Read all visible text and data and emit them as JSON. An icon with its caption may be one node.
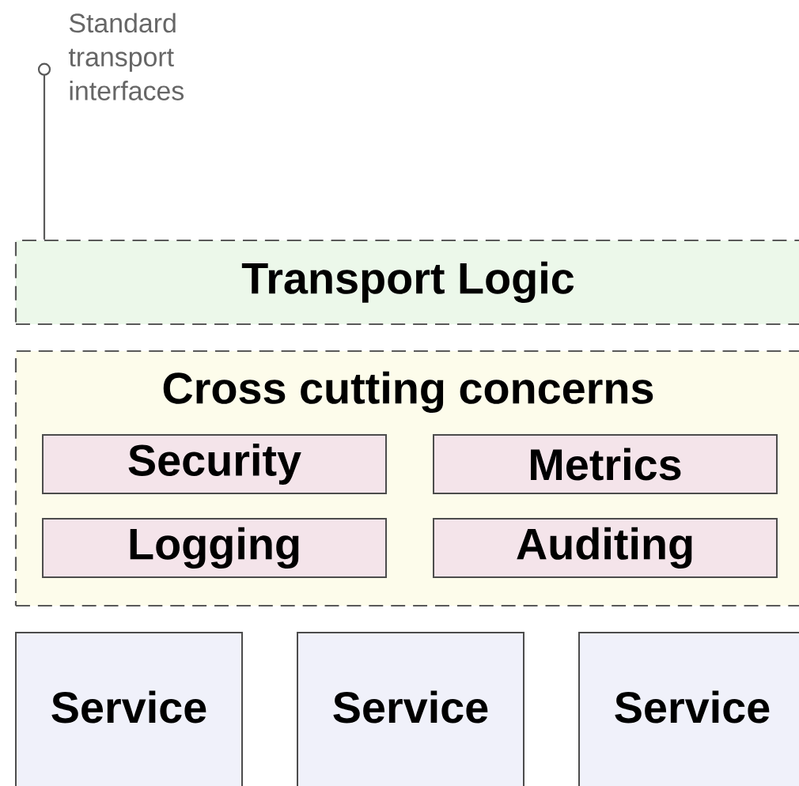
{
  "diagram": {
    "nodes": [
      {
        "text": [
          "Standard transport interfaces"
        ]
      },
      {
        "text": [
          "Transport Logic"
        ]
      },
      {
        "text": [
          "Cross cutting concerns"
        ]
      },
      {
        "text": [
          "Security"
        ],
        "in": 2
      },
      {
        "text": [
          "Metrics"
        ],
        "in": 2
      },
      {
        "text": [
          "Logging"
        ],
        "in": 2
      },
      {
        "text": [
          "Auditing"
        ],
        "in": 2
      },
      {
        "text": [
          "Service"
        ]
      },
      {
        "text": [
          "Service"
        ]
      },
      {
        "text": [
          "Service"
        ]
      }
    ],
    "edges": [
      {
        "from": 0,
        "to": 1,
        "arrow": "other"
      }
    ]
  }
}
